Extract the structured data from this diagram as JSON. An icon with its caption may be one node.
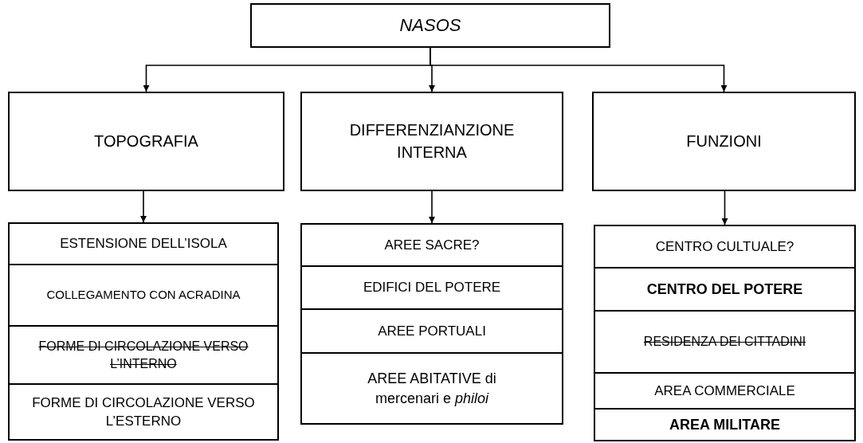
{
  "diagram": {
    "nodes": [
      {
        "text": [
          "NASOS"
        ]
      },
      {
        "text": [
          "TOPOGRAFIA"
        ]
      },
      {
        "text": [
          "DIFFERENZIANZIONE INTERNA"
        ]
      },
      {
        "text": [
          "FUNZIONI"
        ]
      },
      {
        "text": [
          "ESTENSIONE DELL’ISOLA"
        ]
      },
      {
        "text": [
          "COLLEGAMENTO CON ACRADINA"
        ]
      },
      {
        "text": [
          "FORME DI CIRCOLAZIONE VERSO L’INTERNO"
        ]
      },
      {
        "text": [
          "FORME DI CIRCOLAZIONE VERSO L’ESTERNO"
        ]
      },
      {
        "text": [
          "AREE SACRE?"
        ]
      },
      {
        "text": [
          "EDIFICI DEL POTERE"
        ]
      },
      {
        "text": [
          "AREE PORTUALI"
        ]
      },
      {
        "text": [
          "AREE ABITATIVE di mercenari e *philoi*"
        ]
      },
      {
        "text": [
          "CENTRO CULTUALE?"
        ]
      },
      {
        "text": [
          "CENTRO DEL POTERE"
        ]
      },
      {
        "text": [
          "RESIDENZA DEI CITTADINI"
        ]
      },
      {
        "text": [
          "AREA COMMERCIALE"
        ]
      },
      {
        "text": [
          "AREA MILITARE"
        ]
      }
    ],
    "edges": [
      {
        "from": 0,
        "to": 1,
        "arrow": "to"
      },
      {
        "from": 0,
        "to": 2,
        "arrow": "to"
      },
      {
        "from": 0,
        "to": 3,
        "arrow": "to"
      },
      {
        "from": 1,
        "to": 4,
        "arrow": "to"
      },
      {
        "from": 2,
        "to": 8,
        "arrow": "to"
      },
      {
        "from": 3,
        "to": 12,
        "arrow": "to"
      }
    ]
  }
}
